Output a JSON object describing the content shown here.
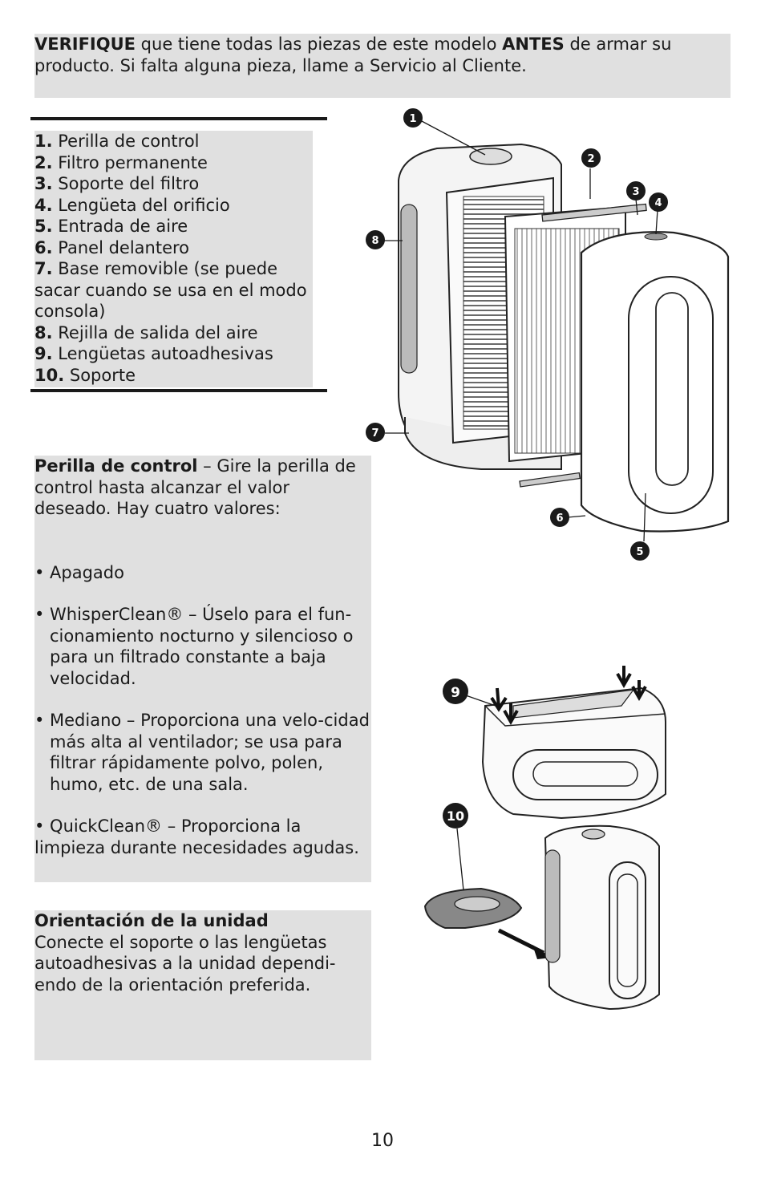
{
  "intro": {
    "bold1": "VERIFIQUE",
    "text1": " que tiene todas las piezas de este modelo ",
    "bold2": "ANTES",
    "text2": " de armar su producto. Si falta alguna pieza, llame a Servicio al Cliente."
  },
  "parts": [
    {
      "num": "1.",
      "label": " Perilla de control"
    },
    {
      "num": "2.",
      "label": " Filtro permanente"
    },
    {
      "num": "3.",
      "label": " Soporte del filtro"
    },
    {
      "num": "4.",
      "label": " Lengüeta del orificio"
    },
    {
      "num": "5.",
      "label": " Entrada de aire"
    },
    {
      "num": "6.",
      "label": " Panel delantero"
    },
    {
      "num": "7.",
      "label": " Base removible (se puede sacar cuando se usa en el modo consola)"
    },
    {
      "num": "8.",
      "label": " Rejilla de salida del aire"
    },
    {
      "num": "9.",
      "label": " Lengüetas autoadhesivas"
    },
    {
      "num": "10.",
      "label": "  Soporte"
    }
  ],
  "control": {
    "heading": "Perilla de control",
    "intro": " – Gire la perilla de control hasta alcanzar el valor deseado. Hay cuatro valores:",
    "bullet_char": "•",
    "settings": [
      "Apagado",
      "WhisperClean® – Úselo para el fun-cionamiento nocturno y silencioso o para un filtrado constante a baja velocidad.",
      "Mediano – Proporciona una velo-cidad más alta al ventilador; se usa para filtrar rápidamente polvo, polen, humo, etc. de una sala."
    ],
    "last_setting": "• QuickClean® – Proporciona la limpieza durante necesidades agudas."
  },
  "orientation": {
    "heading": "Orientación de la unidad",
    "body": "Conecte el soporte o las lengüetas autoadhesivas a la unidad dependi-endo de la orientación preferida."
  },
  "callouts": {
    "c1": "1",
    "c2": "2",
    "c3": "3",
    "c4": "4",
    "c5": "5",
    "c6": "6",
    "c7": "7",
    "c8": "8",
    "c9": "9",
    "c10": "10"
  },
  "page_number": "10"
}
